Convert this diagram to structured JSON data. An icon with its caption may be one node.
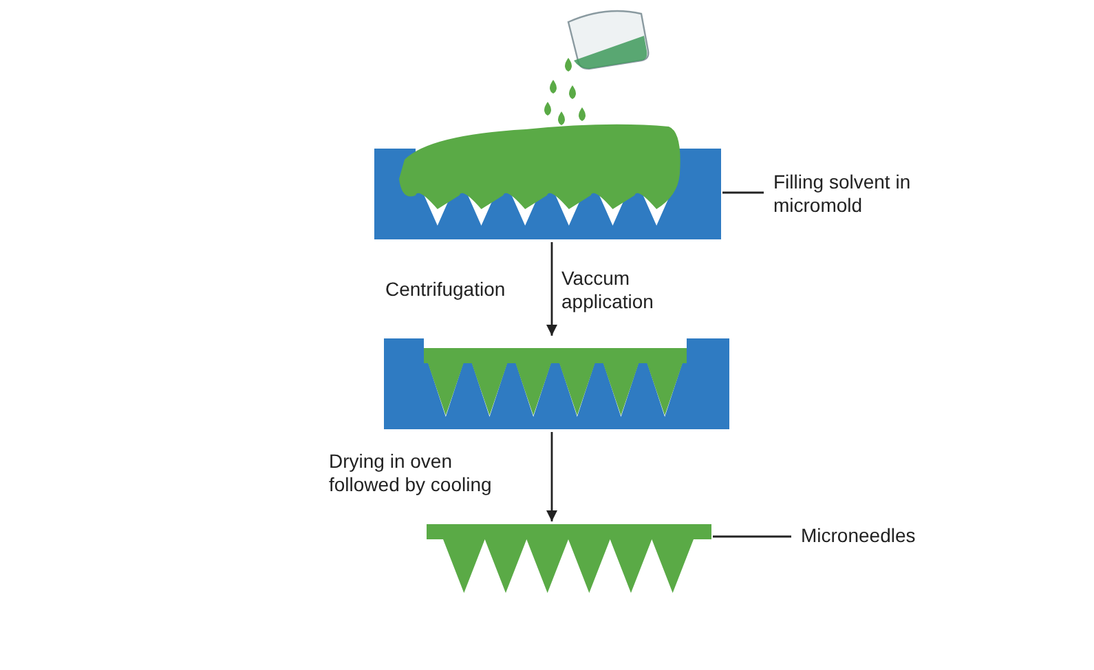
{
  "diagram": {
    "nodes": [
      {
        "text": [],
        "shape": "picture"
      },
      {
        "text": [],
        "shape": "picture"
      },
      {
        "text": [],
        "shape": "picture"
      },
      {
        "text": [
          "Filling solvent in micromold"
        ]
      },
      {
        "text": [
          "Microneedles"
        ]
      }
    ],
    "edges": [
      {
        "from": 0,
        "to": 1,
        "arrow": "to",
        "label": "Vaccum application"
      },
      {
        "from": 1,
        "to": 2,
        "arrow": "to",
        "label": "Drying in oven followed by cooling"
      },
      {
        "from": 3,
        "to": 0,
        "arrow": "none"
      },
      {
        "from": 4,
        "to": 2,
        "arrow": "none"
      }
    ],
    "labels": [
      "Centrifugation"
    ]
  }
}
